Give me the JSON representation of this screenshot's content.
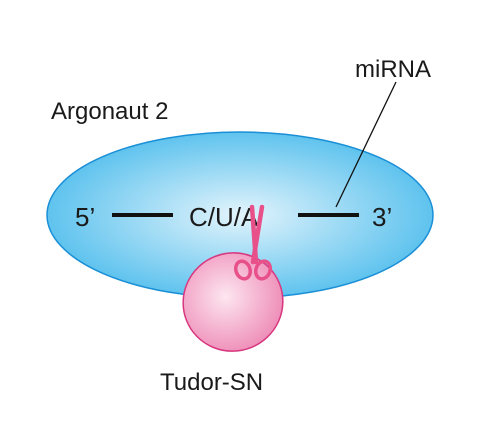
{
  "labels": {
    "protein_large": "Argonaut 2",
    "rna": "miRNA",
    "end_5": "5’",
    "end_3": "3’",
    "cleavage_site": "C/U/A",
    "protein_small": "Tudor-SN"
  },
  "icons": {
    "cleavage": "scissors-icon"
  },
  "colors": {
    "argonaut_fill_center": "#e3f4fc",
    "argonaut_fill_edge": "#5fc3ee",
    "argonaut_stroke": "#1a8fd6",
    "tudor_fill_center": "#fde6f0",
    "tudor_fill_edge": "#ee8db8",
    "tudor_stroke": "#d8377f",
    "scissors": "#e8508a",
    "strand": "#111111"
  }
}
